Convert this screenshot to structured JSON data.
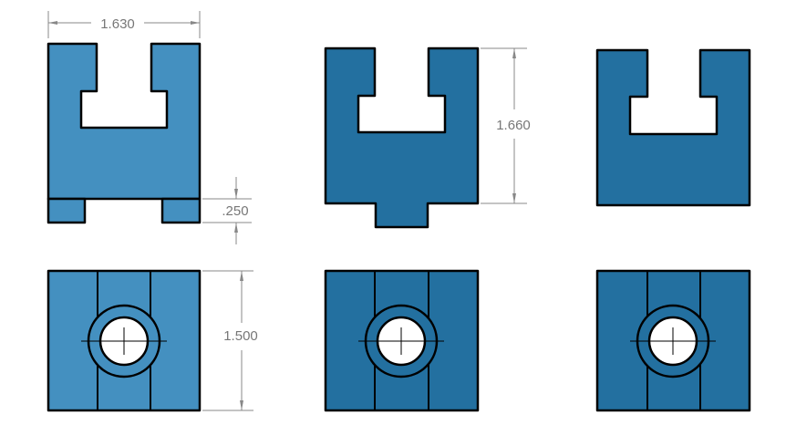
{
  "colors": {
    "light_part": "#4490c0",
    "dark_part": "#2370a0",
    "dimension": "#888888"
  },
  "dimensions": {
    "width": "1.630",
    "foot_height": ".250",
    "height": "1.660",
    "depth": "1.500"
  }
}
